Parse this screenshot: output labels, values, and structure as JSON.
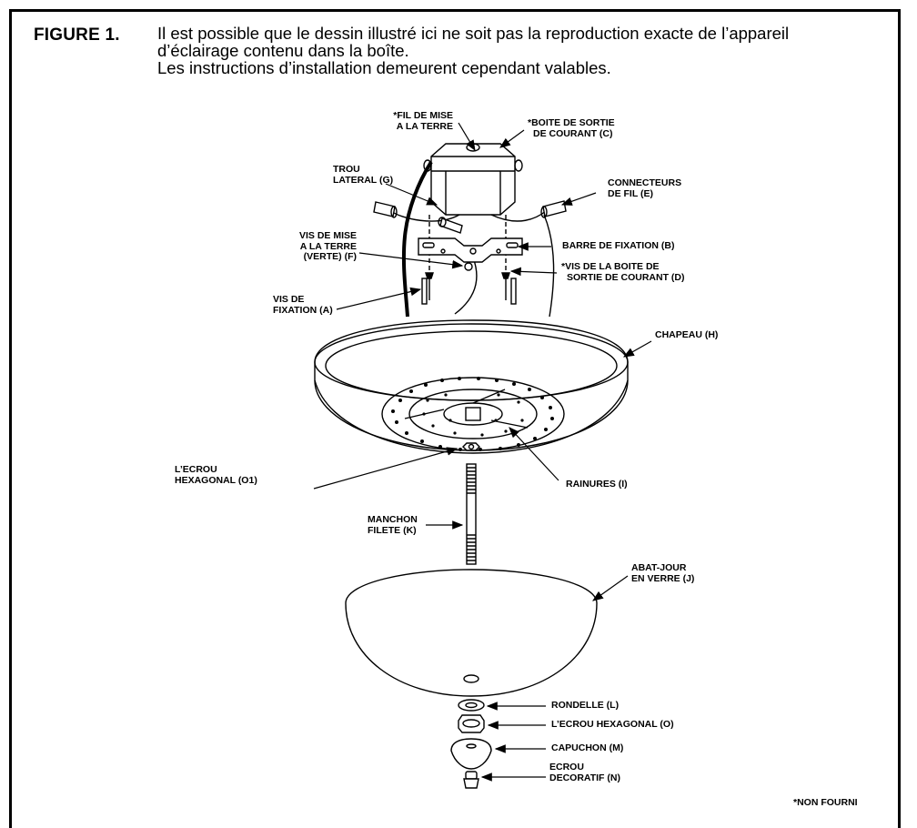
{
  "figure": {
    "label": "FIGURE 1.",
    "intro": [
      "Il est possible que le dessin illustré ici ne soit pas la reproduction exacte de l’appareil",
      "d’éclairage contenu dans la boîte.",
      "Les instructions d’installation demeurent cependant valables."
    ]
  },
  "labels": {
    "fil_mise_terre": [
      "*FIL DE MISE",
      "A LA TERRE"
    ],
    "boite_sortie": [
      "*BOITE DE SORTIE",
      "DE COURANT (C)"
    ],
    "trou_lateral": [
      "TROU",
      "LATERAL (G)"
    ],
    "connecteurs": [
      "CONNECTEURS",
      "DE FIL (E)"
    ],
    "vis_mise_terre": [
      "VIS DE MISE",
      "A LA TERRE",
      "(VERTE) (F)"
    ],
    "barre_fixation": [
      "BARRE DE FIXATION (B)"
    ],
    "vis_boite": [
      "*VIS DE LA BOITE DE",
      "SORTIE DE COURANT (D)"
    ],
    "vis_fixation": [
      "VIS DE",
      "FIXATION (A)"
    ],
    "chapeau": [
      "CHAPEAU (H)"
    ],
    "ecrou_hex_o1": [
      "L’ECROU",
      "HEXAGONAL (O1)"
    ],
    "rainures": [
      "RAINURES (I)"
    ],
    "manchon": [
      "MANCHON",
      "FILETE (K)"
    ],
    "abat_jour": [
      "ABAT-JOUR",
      "EN VERRE (J)"
    ],
    "rondelle": [
      "RONDELLE (L)"
    ],
    "ecrou_hex_o": [
      "L’ECROU HEXAGONAL (O)"
    ],
    "capuchon": [
      "CAPUCHON (M)"
    ],
    "ecrou_deco": [
      "ECROU",
      "DECORATIF (N)"
    ],
    "non_fourni": [
      "*NON FOURNI"
    ]
  }
}
